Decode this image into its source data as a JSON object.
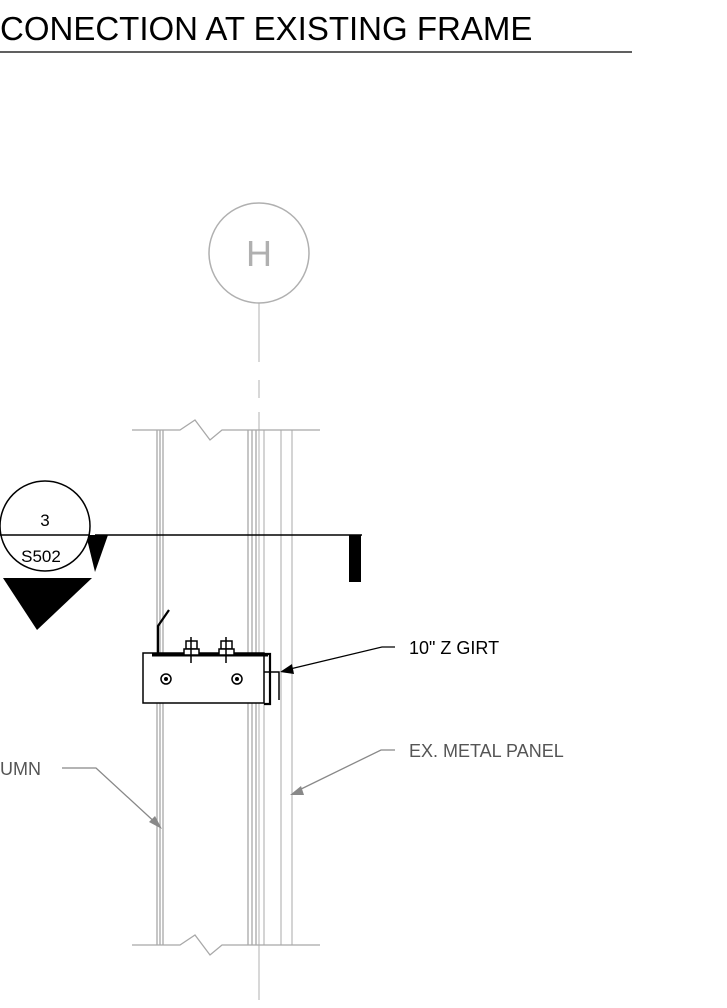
{
  "title": "CONECTION AT EXISTING FRAME",
  "grid_bubble": {
    "label": "H"
  },
  "section_marker": {
    "number": "3",
    "sheet": "S502"
  },
  "labels": {
    "z_girt": "10\" Z GIRT",
    "column": "UMN",
    "metal_panel": "EX. METAL PANEL"
  },
  "colors": {
    "linework": "#000000",
    "existing": "#a8a8a8",
    "grid": "#b0b0b0"
  }
}
